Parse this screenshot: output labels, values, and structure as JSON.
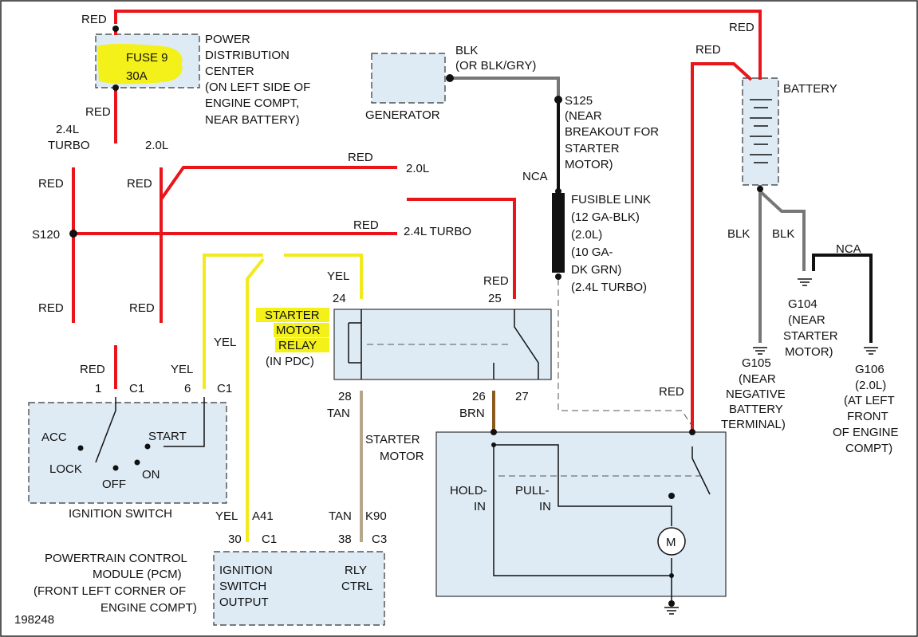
{
  "diagram_id": "198248",
  "colors": {
    "red": "#e8161b",
    "yellow": "#f2ea1c",
    "black": "#111111",
    "gray": "#777777",
    "tan": "#b8a68c",
    "brown": "#8b5a1e",
    "box_fill": "#deebf4",
    "highlight": "#f3f01a"
  },
  "labels": {
    "red_top_left": "RED",
    "red_top_right": "RED",
    "red_battery_left": "RED",
    "pdc_title_1": "POWER",
    "pdc_title_2": "DISTRIBUTION",
    "pdc_title_3": "CENTER",
    "pdc_title_4": "(ON LEFT SIDE OF",
    "pdc_title_5": "ENGINE COMPT,",
    "pdc_title_6": "NEAR BATTERY)",
    "fuse_name": "FUSE 9",
    "fuse_rating": "30A",
    "red_below_fuse": "RED",
    "variant_24_turbo_1": "2.4L",
    "variant_24_turbo_2": "TURBO",
    "variant_20": "2.0L",
    "red_left_1": "RED",
    "red_left_2": "RED",
    "red_left_3": "RED",
    "red_left_4": "RED",
    "s120": "S120",
    "red_mid_1": "RED",
    "red_mid_2": "RED",
    "branch_20": "2.0L",
    "branch_24": "2.4L TURBO",
    "generator": "GENERATOR",
    "blk_gen_1": "BLK",
    "blk_gen_2": "(OR BLK/GRY)",
    "s125_1": "S125",
    "s125_2": "(NEAR",
    "s125_3": "BREAKOUT FOR",
    "s125_4": "STARTER",
    "s125_5": "MOTOR)",
    "nca_1": "NCA",
    "fl_1": "FUSIBLE LINK",
    "fl_2": "(12 GA-BLK)",
    "fl_3": "(2.0L)",
    "fl_4": "(10 GA-",
    "fl_5": "DK GRN)",
    "fl_6": "(2.4L TURBO)",
    "battery": "BATTERY",
    "blk_bat_1": "BLK",
    "blk_bat_2": "BLK",
    "nca_2": "NCA",
    "g104_1": "G104",
    "g104_2": "(NEAR",
    "g104_3": "STARTER",
    "g104_4": "MOTOR)",
    "g105_1": "G105",
    "g105_2": "(NEAR",
    "g105_3": "NEGATIVE",
    "g105_4": "BATTERY",
    "g105_5": "TERMINAL)",
    "g106_1": "G106",
    "g106_2": "(2.0L)",
    "g106_3": "(AT LEFT",
    "g106_4": "FRONT",
    "g106_5": "OF ENGINE",
    "g106_6": "COMPT)",
    "yel_1": "YEL",
    "red_relay": "RED",
    "pin_24": "24",
    "pin_25": "25",
    "relay_1": "STARTER",
    "relay_2": "MOTOR",
    "relay_3": "RELAY",
    "relay_4": "(IN PDC)",
    "yel_2": "YEL",
    "pin_28": "28",
    "pin_26": "26",
    "pin_27": "27",
    "tan_1": "TAN",
    "brn_1": "BRN",
    "red_starter": "RED",
    "starter_1": "STARTER",
    "starter_2": "MOTOR",
    "hold_1": "HOLD-",
    "hold_2": "IN",
    "pull_1": "PULL-",
    "pull_2": "IN",
    "motor_m": "M",
    "red_ign": "RED",
    "yel_ign": "YEL",
    "pin_1": "1",
    "c1_a": "C1",
    "pin_6": "6",
    "c1_b": "C1",
    "acc": "ACC",
    "start": "START",
    "lock": "LOCK",
    "on": "ON",
    "off": "OFF",
    "ign_switch": "IGNITION SWITCH",
    "yel_3": "YEL",
    "a41": "A41",
    "tan_2": "TAN",
    "k90": "K90",
    "pin_30": "30",
    "c1_c": "C1",
    "pin_38": "38",
    "c3": "C3",
    "pcm_1": "POWERTRAIN CONTROL",
    "pcm_2": "MODULE (PCM)",
    "pcm_3": "(FRONT LEFT CORNER OF",
    "pcm_4": "ENGINE COMPT)",
    "iso_1": "IGNITION",
    "iso_2": "SWITCH",
    "iso_3": "OUTPUT",
    "rly_1": "RLY",
    "rly_2": "CTRL"
  }
}
